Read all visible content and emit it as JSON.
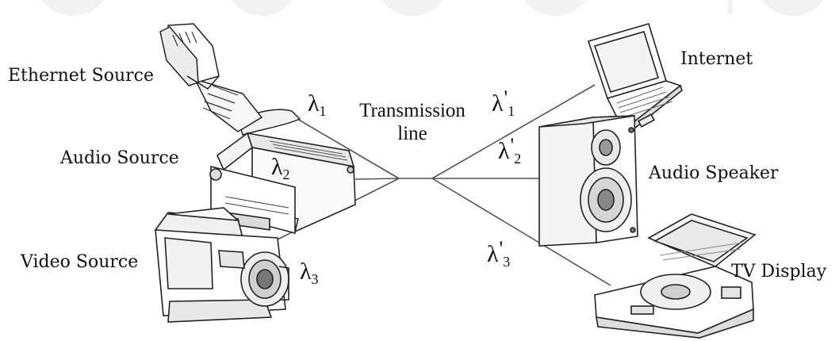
{
  "labels": {
    "ethernet_source": "Ethernet Source",
    "audio_source": "Audio Source",
    "video_source": "Video Source",
    "internet": "Internet",
    "audio_speaker": "Audio Speaker",
    "tv_display": "TV Display"
  },
  "transmission_line": {
    "line1": "Transmission",
    "line2": "line"
  },
  "wavelengths": {
    "in": [
      {
        "symbol": "λ",
        "sub": "1"
      },
      {
        "symbol": "λ",
        "sub": "2"
      },
      {
        "symbol": "λ",
        "sub": "3"
      }
    ],
    "out": [
      {
        "symbol": "λ",
        "prime": "'",
        "sub": "1"
      },
      {
        "symbol": "λ",
        "prime": "'",
        "sub": "2"
      },
      {
        "symbol": "λ",
        "prime": "'",
        "sub": "3"
      }
    ]
  },
  "icons": {
    "ethernet": "ethernet-connector-icon",
    "audio_source": "car-radio-icon",
    "video_source": "camcorder-icon",
    "internet": "laptop-icon",
    "speaker": "speaker-icon",
    "tv": "portable-dvd-player-icon"
  },
  "colors": {
    "line": "#555555",
    "stroke": "#222222",
    "text": "#111111"
  }
}
